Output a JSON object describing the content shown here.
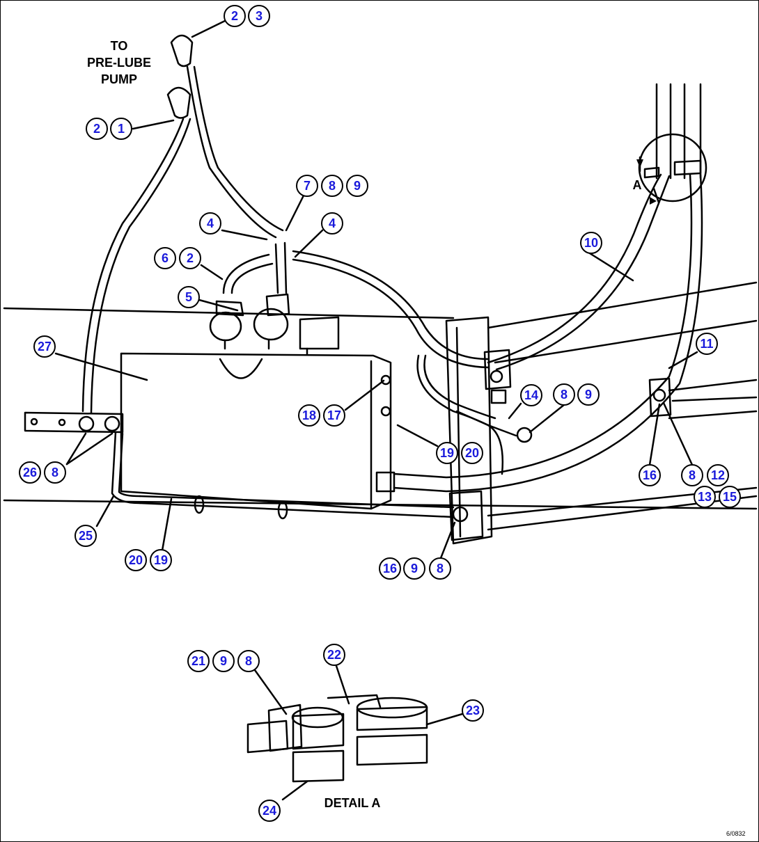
{
  "labels": {
    "to_line1": "TO",
    "to_line2": "PRE-LUBE",
    "to_line3": "PUMP",
    "view_letter": "A",
    "detail_title": "DETAIL A",
    "figure_code": "6/0832"
  },
  "callouts": [
    "2",
    "3",
    "2",
    "1",
    "7",
    "8",
    "9",
    "4",
    "4",
    "6",
    "2",
    "10",
    "5",
    "27",
    "11",
    "18",
    "17",
    "14",
    "8",
    "9",
    "19",
    "20",
    "26",
    "8",
    "16",
    "8",
    "12",
    "13",
    "15",
    "25",
    "20",
    "19",
    "16",
    "9",
    "8",
    "21",
    "9",
    "8",
    "22",
    "23",
    "24"
  ],
  "colors": {
    "callout_text": "#1a1adb",
    "line": "#000000"
  }
}
